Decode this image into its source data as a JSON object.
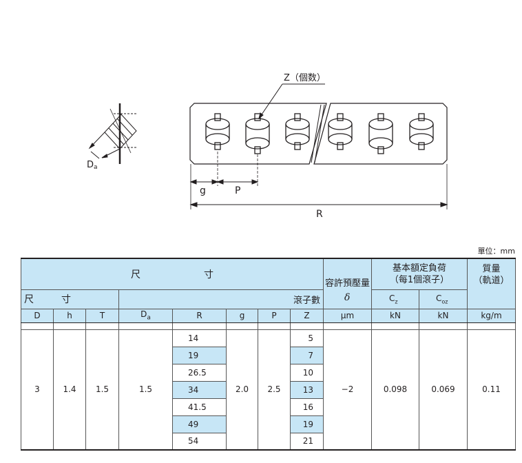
{
  "diagram": {
    "label_Da": "D",
    "label_Da_sub": "a",
    "label_z": "Z（個数）",
    "label_g": "g",
    "label_P": "P",
    "label_R": "R"
  },
  "unit_note": "單位：mm",
  "table": {
    "header": {
      "dimensions_group_a": "尺",
      "dimensions_group_b": "寸",
      "preload": "容許預壓量",
      "load_rating_line1": "基本額定負荷",
      "load_rating_line2": "（每1個滾子）",
      "mass_line1": "質量",
      "mass_line2": "（軌道）",
      "size_a": "尺",
      "size_b": "寸",
      "roller_count": "滾子數",
      "delta": "δ",
      "cz": "C",
      "cz_sub": "z",
      "coz": "C",
      "coz_sub": "oz"
    },
    "columns": [
      "D",
      "h",
      "T",
      "Da",
      "R",
      "g",
      "P",
      "Z",
      "μm",
      "kN",
      "kN",
      "kg/m"
    ],
    "column_Da_main": "D",
    "column_Da_sub": "a",
    "common": {
      "D": "3",
      "h": "1.4",
      "T": "1.5",
      "Da": "1.5",
      "g": "2.0",
      "P": "2.5",
      "delta": "−2",
      "Cz": "0.098",
      "Coz": "0.069",
      "mass": "0.11"
    },
    "rows": [
      {
        "R": "14",
        "Z": "5",
        "highlight": false
      },
      {
        "R": "19",
        "Z": "7",
        "highlight": true
      },
      {
        "R": "26.5",
        "Z": "10",
        "highlight": false
      },
      {
        "R": "34",
        "Z": "13",
        "highlight": true
      },
      {
        "R": "41.5",
        "Z": "16",
        "highlight": false
      },
      {
        "R": "49",
        "Z": "19",
        "highlight": true
      },
      {
        "R": "54",
        "Z": "21",
        "highlight": false
      }
    ]
  }
}
